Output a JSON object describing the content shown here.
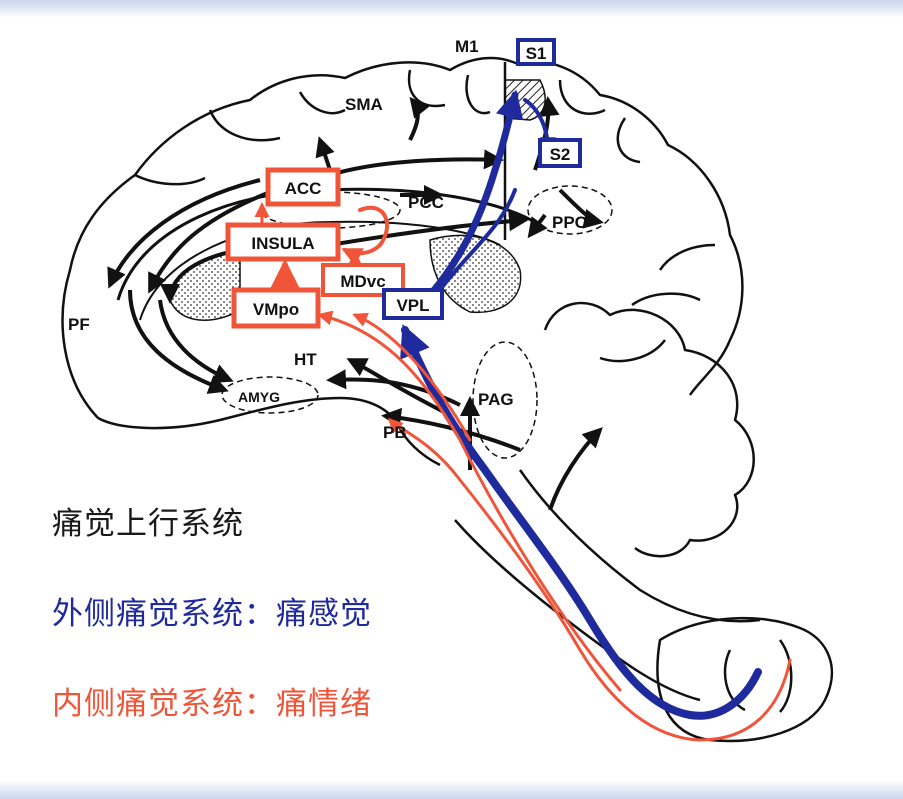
{
  "colors": {
    "lateral": "#1f2a9c",
    "medial": "#f0553a",
    "outline": "#111111",
    "background_edge": "#c9d6ee"
  },
  "regions": {
    "M1": "M1",
    "S1": "S1",
    "S2": "S2",
    "SMA": "SMA",
    "ACC": "ACC",
    "PCC": "PCC",
    "PPC": "PPC",
    "INSULA": "INSULA",
    "MDvc": "MDvc",
    "VMpo": "VMpo",
    "VPL": "VPL",
    "PF": "PF",
    "HT": "HT",
    "AMYG": "AMYG",
    "PAG": "PAG",
    "PB": "PB"
  },
  "legend": {
    "title": "痛觉上行系统",
    "lateral": "外侧痛觉系统：痛感觉",
    "medial": "内侧痛觉系统：痛情绪"
  }
}
